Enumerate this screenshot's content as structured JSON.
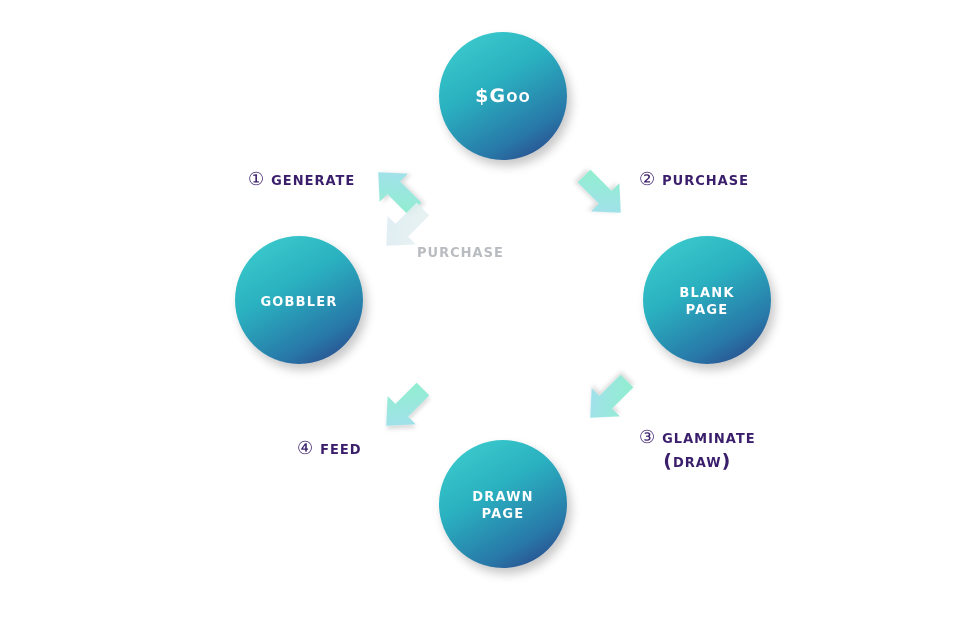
{
  "nodes": {
    "goo": {
      "line1": "$Goo"
    },
    "gobbler": {
      "line1": "Gobbler"
    },
    "blank_page": {
      "line1": "Blank",
      "line2": "Page"
    },
    "drawn_page": {
      "line1": "Drawn",
      "line2": "Page"
    }
  },
  "steps": {
    "generate": {
      "number": "①",
      "label": "Generate"
    },
    "purchase": {
      "number": "②",
      "label": "Purchase"
    },
    "purchase_alt": {
      "label": "Purchase"
    },
    "glaminate": {
      "number": "③",
      "label": "Glaminate",
      "sub": "(Draw)"
    },
    "feed": {
      "number": "④",
      "label": "Feed"
    }
  },
  "colors": {
    "node_gradient_start": "#3fd0cf",
    "node_gradient_end": "#2b3a82",
    "arrow_start": "#8df1c9",
    "arrow_end": "#9fd9f0",
    "label_text": "#3a1e6b",
    "faded_text": "#b8bcc0"
  }
}
